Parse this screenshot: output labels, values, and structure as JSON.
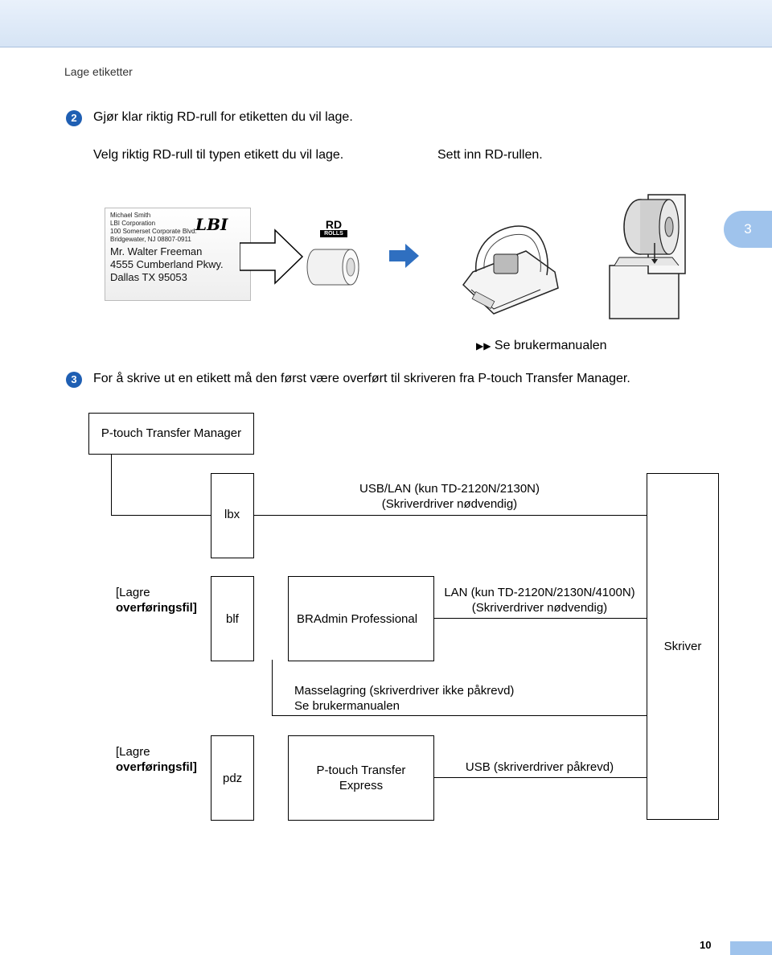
{
  "header": {
    "section_title": "Lage etiketter"
  },
  "chapter_tab": {
    "number": "3"
  },
  "step2": {
    "badge": "2",
    "text": "Gjør klar riktig RD-rull for etiketten du vil lage.",
    "caption_left": "Velg riktig RD-rull til typen etikett du vil lage.",
    "caption_right": "Sett inn RD-rullen."
  },
  "label_sample": {
    "sender_lines": [
      "Michael Smith",
      "LBI Corporation",
      "100 Somerset Corporate Blvd.",
      "Bridgewater, NJ 08807-0911"
    ],
    "logo": "LBI",
    "recipient_lines": [
      "Mr. Walter Freeman",
      "4555 Cumberland Pkwy.",
      "Dallas TX 95053"
    ]
  },
  "rd_logo": {
    "top": "RD",
    "bottom": "ROLLS"
  },
  "reference": {
    "arrows": "▶▶",
    "text": "Se brukermanualen"
  },
  "step3": {
    "badge": "3",
    "text": "For å skrive ut en etikett må den først være overført til skriveren fra P-touch Transfer Manager."
  },
  "diagram": {
    "ptm_box": "P-touch Transfer Manager",
    "lbx": "lbx",
    "usb_lan_1": "USB/LAN (kun TD-2120N/2130N)",
    "usb_lan_2": "(Skriverdriver nødvendig)",
    "save_file_1": {
      "line1": "[Lagre",
      "line2": "overføringsfil]"
    },
    "blf": "blf",
    "bradmin": "BRAdmin Professional",
    "lan_1": "LAN (kun TD-2120N/2130N/4100N)",
    "lan_2": "(Skriverdriver nødvendig)",
    "printer": "Skriver",
    "mass_storage_1": "Masselagring (skriverdriver ikke påkrevd)",
    "mass_storage_2": "Se brukermanualen",
    "save_file_2": {
      "line1": "[Lagre",
      "line2": "overføringsfil]"
    },
    "pdz": "pdz",
    "ptouch_express_1": "P-touch Transfer",
    "ptouch_express_2": "Express",
    "usb": "USB (skriverdriver påkrevd)"
  },
  "footer": {
    "page_number": "10"
  },
  "colors": {
    "accent": "#1f5fb3",
    "tab": "#9fc3ec",
    "arrow_blue": "#2f6fc0"
  }
}
